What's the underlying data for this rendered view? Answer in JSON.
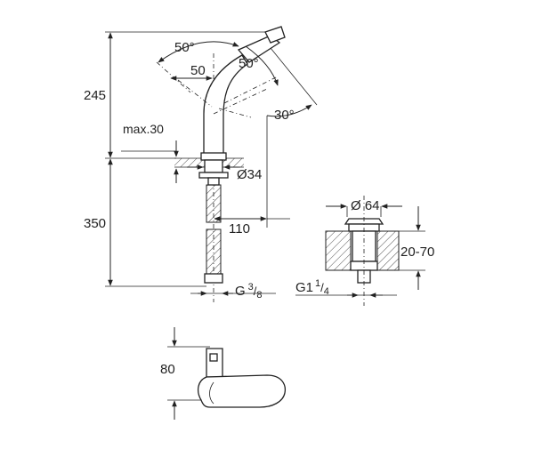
{
  "labels": {
    "angle_left": "50°",
    "angle_right": "50°",
    "spout_reach": "50",
    "angle_bottom": "30°",
    "height_upper": "245",
    "max_deck": "max.30",
    "diameter_body": "Ø34",
    "height_lower": "350",
    "projection": "110",
    "thread_supply_main": "G",
    "thread_supply_num": "3",
    "thread_supply_den": "8",
    "drain_diameter": "Ø 64",
    "drain_range": "20-70",
    "thread_drain_main": "G1",
    "thread_drain_num": "1",
    "thread_drain_den": "4",
    "lever_height": "80"
  },
  "colors": {
    "line": "#222222",
    "section_fill": "#bdbdbd",
    "background": "#ffffff"
  }
}
